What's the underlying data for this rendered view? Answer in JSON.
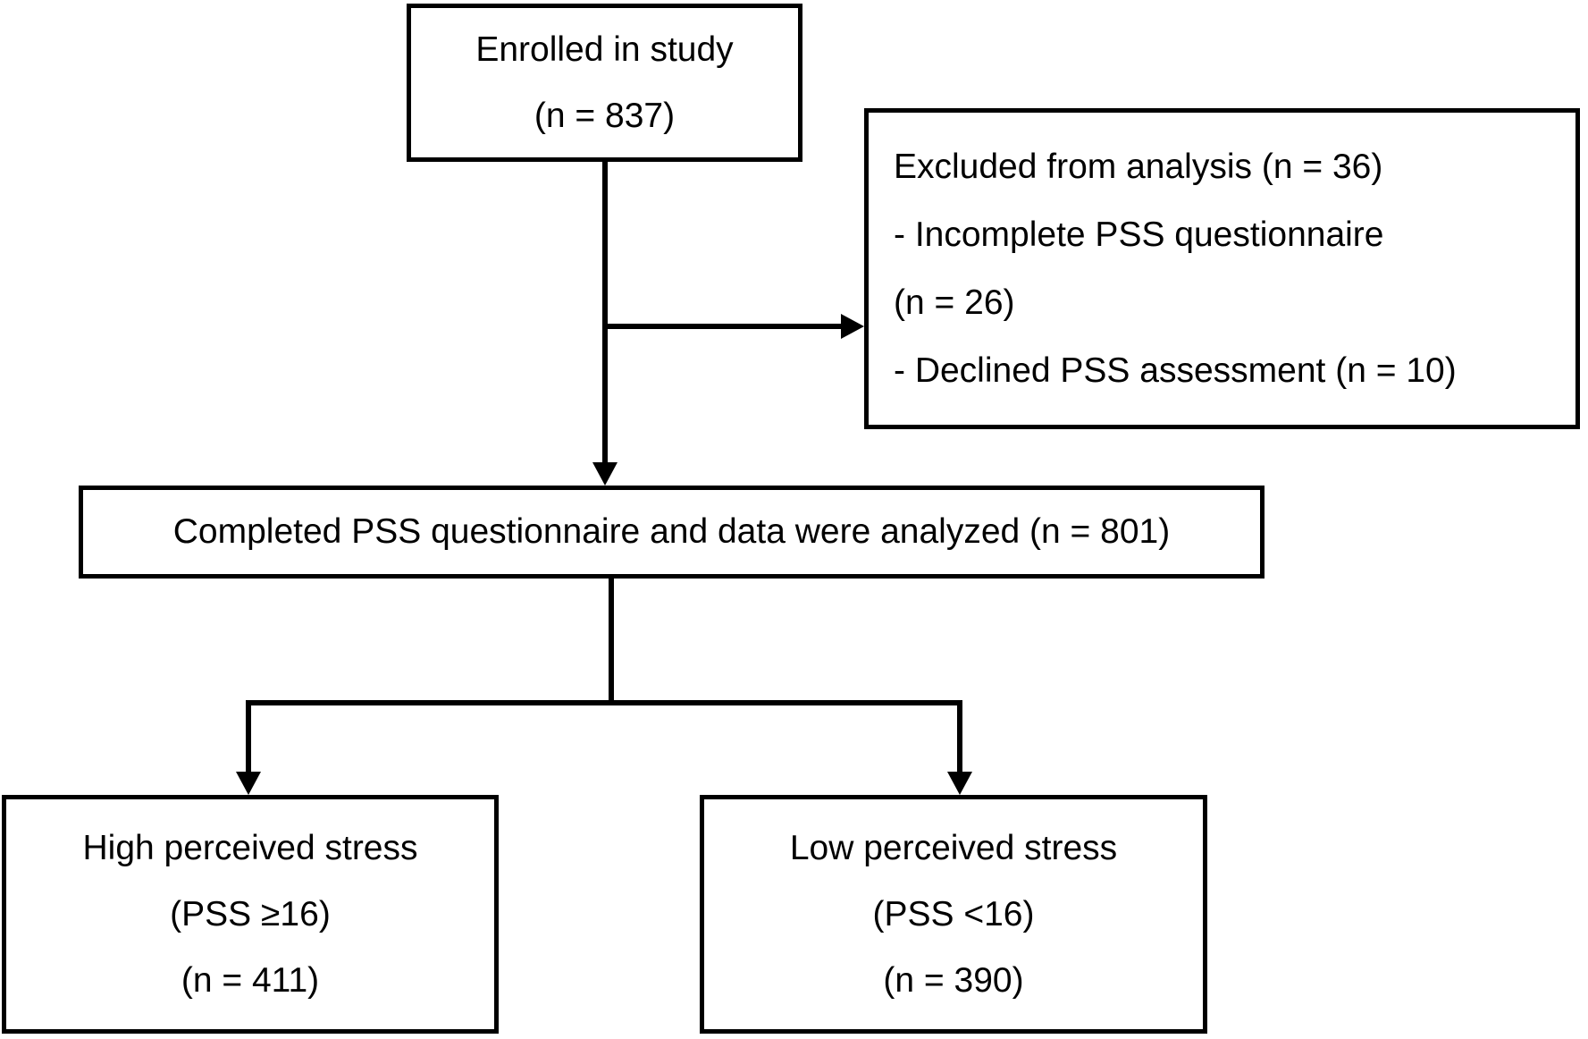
{
  "colors": {
    "stroke": "#000000",
    "background": "#ffffff",
    "text": "#000000"
  },
  "boxes": {
    "enrolled": {
      "lines": [
        "Enrolled in study",
        "(n = 837)"
      ]
    },
    "excluded": {
      "lines": [
        "Excluded from analysis (n = 36)",
        "- Incomplete PSS questionnaire",
        "(n = 26)",
        "- Declined PSS assessment (n = 10)"
      ]
    },
    "analyzed": {
      "lines": [
        "Completed PSS questionnaire and data were analyzed (n = 801)"
      ]
    },
    "high_stress": {
      "lines": [
        "High perceived stress",
        "(PSS ≥16)",
        "(n = 411)"
      ]
    },
    "low_stress": {
      "lines": [
        "Low perceived stress",
        "(PSS <16)",
        "(n = 390)"
      ]
    }
  }
}
